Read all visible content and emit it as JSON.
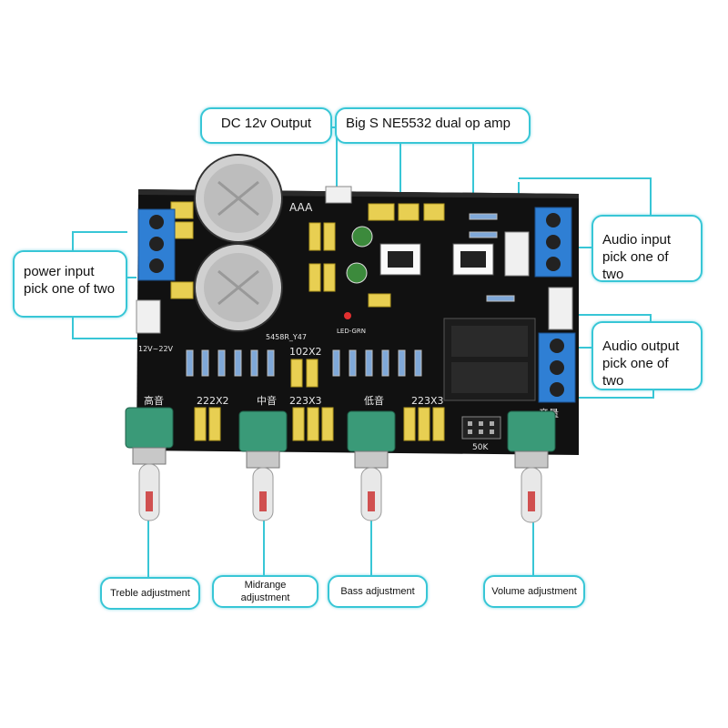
{
  "callouts": {
    "dc_output": "DC 12v Output",
    "op_amp": "Big S NE5532 dual op amp",
    "power_input": "power input\npick one of two",
    "audio_input": "Audio input\npick one of two",
    "audio_output": "Audio output\npick one of two",
    "treble": "Treble adjustment",
    "midrange": "Midrange adjustment",
    "bass": "Bass adjustment",
    "volume": "Volume adjustment"
  },
  "board_labels": {
    "cap1": "222X2",
    "cap2": "102X2",
    "cap3": "223X3",
    "cap4": "223X3",
    "treble_cn": "高音",
    "mid_cn": "中音",
    "bass_cn": "低音",
    "vol_cn": "音量",
    "pot": "50K",
    "power_rating": "12V~22V",
    "model": "5458R_Y47",
    "led": "LED-GRN",
    "aaa": "AAA"
  },
  "colors": {
    "callout_border": "#38c6d6",
    "pcb": "#111111",
    "terminal": "#2f7fd4",
    "pot": "#3a9a78"
  }
}
